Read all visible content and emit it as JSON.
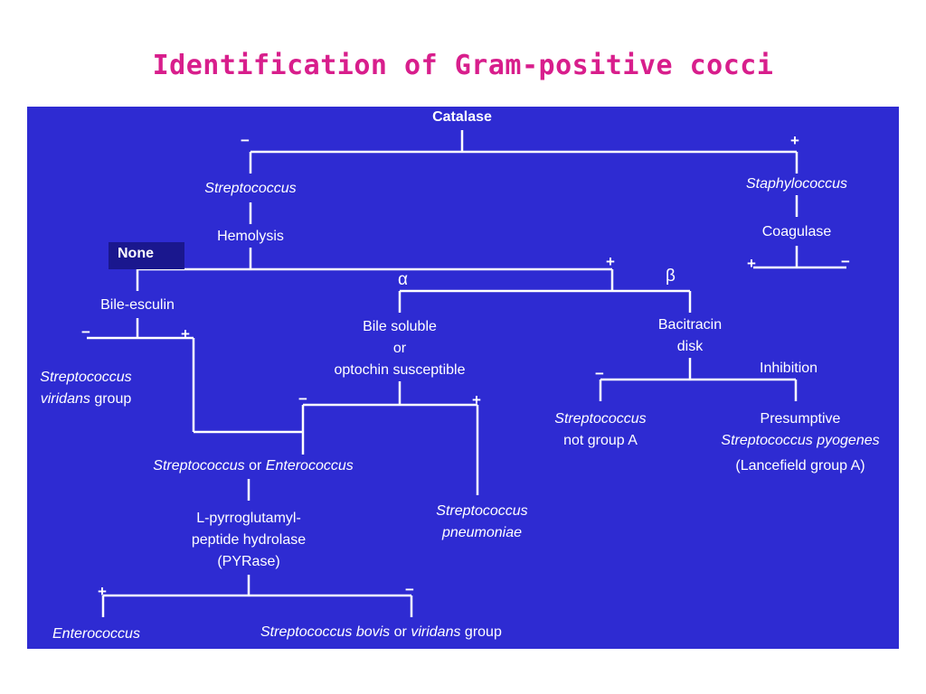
{
  "title": "Identification of Gram-positive cocci",
  "colors": {
    "title": "#d81e8c",
    "panel": "#2e2bd2",
    "line": "#ffffff"
  },
  "nodes": {
    "catalase": "Catalase",
    "streptococcus": "Streptococcus",
    "staphylococcus": "Staphylococcus",
    "hemolysis": "Hemolysis",
    "coagulase": "Coagulase",
    "none": "None",
    "alpha": "α",
    "beta": "β",
    "bile_esculin": "Bile-esculin",
    "bile_soluble_1": "Bile soluble",
    "bile_soluble_2": "or",
    "bile_soluble_3": "optochin susceptible",
    "bacitracin_1": "Bacitracin",
    "bacitracin_2": "disk",
    "inhibition": "Inhibition",
    "viridans_1": "Streptococcus",
    "viridans_2": "viridans",
    "viridans_3": "group",
    "strep_or_entero_a": "Streptococcus",
    "strep_or_entero_b": "or",
    "strep_or_entero_c": "Enterococcus",
    "pneumoniae_1": "Streptococcus",
    "pneumoniae_2": "pneumoniae",
    "notgroupa_1": "Streptococcus",
    "notgroupa_2": "not group A",
    "pyogenes_1": "Presumptive",
    "pyogenes_2": "Streptococcus pyogenes",
    "pyogenes_3": "(Lancefield group A)",
    "pyr_1": "L-pyrroglutamyl-",
    "pyr_2": "peptide hydrolase",
    "pyr_3": "(PYRase)",
    "enterococcus": "Enterococcus",
    "bovis_a": "Streptococcus bovis",
    "bovis_b": "or",
    "bovis_c": "viridans",
    "bovis_d": "group"
  },
  "signs": {
    "minus": "−",
    "plus": "+"
  }
}
